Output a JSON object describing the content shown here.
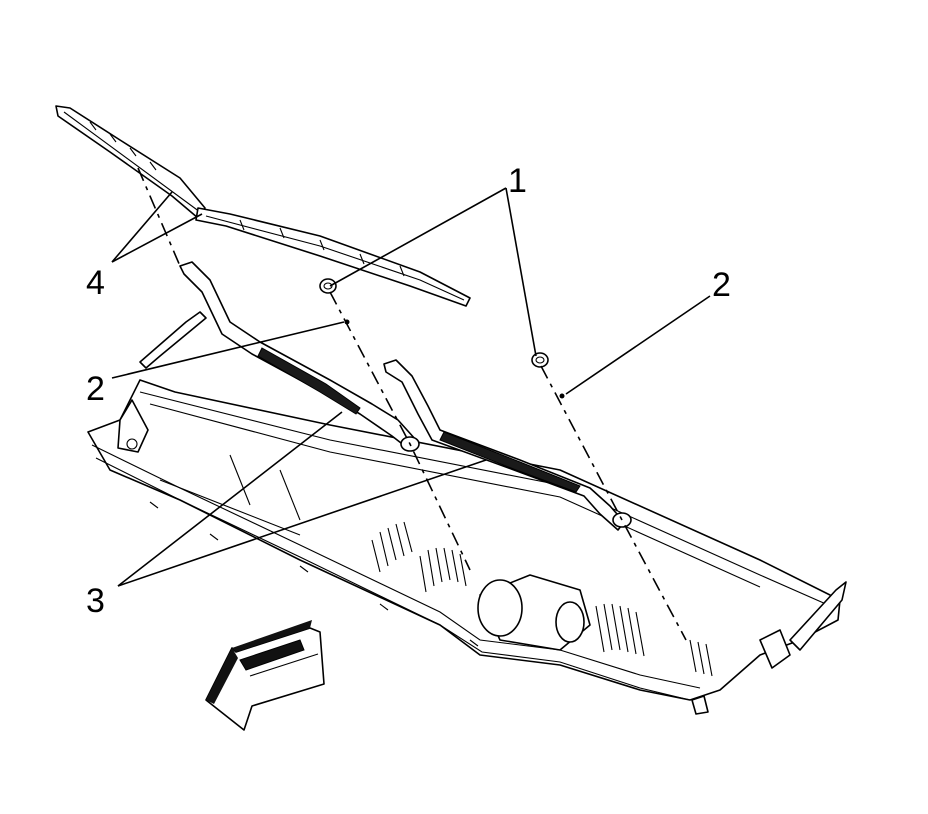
{
  "callouts": {
    "c1": "1",
    "c2_right": "2",
    "c2_left": "2",
    "c3": "3",
    "c4": "4"
  },
  "parts": {
    "1": "nut-icon",
    "2": "cap-icon",
    "3": "wiper-arm-icon",
    "4": "wiper-blade-icon"
  },
  "colors": {
    "line": "#000000",
    "background": "#ffffff"
  }
}
